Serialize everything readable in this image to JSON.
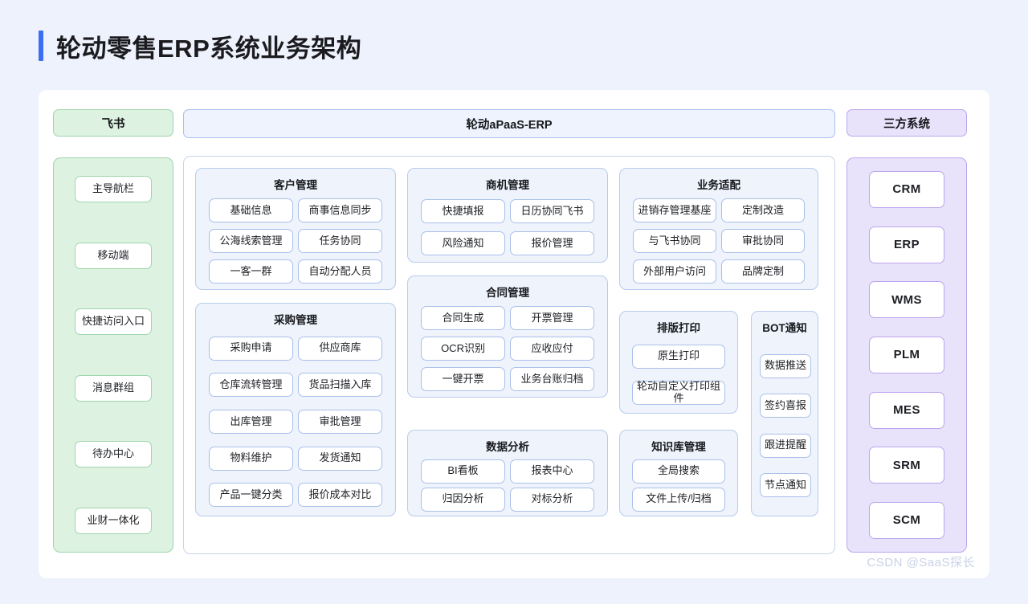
{
  "page": {
    "title": "轮动零售ERP系统业务架构",
    "accent_color": "#3b6ef0",
    "background_color": "#eef2fc",
    "watermark": "CSDN @SaaS探长"
  },
  "left_column": {
    "header": "飞书",
    "accent_color": "#9fd6ac",
    "fill_color": "#ddf2e1",
    "items": [
      {
        "label": "主导航栏"
      },
      {
        "label": "移动端"
      },
      {
        "label": "快捷访问入口"
      },
      {
        "label": "消息群组"
      },
      {
        "label": "待办中心"
      },
      {
        "label": "业财一体化"
      }
    ]
  },
  "center_column": {
    "header": "轮动aPaaS-ERP",
    "accent_color": "#a8bff0",
    "fill_color": "#eef3fc",
    "groups": [
      {
        "id": "grp-customer",
        "title": "客户管理",
        "layout": "two-col",
        "items": [
          "基础信息",
          "商事信息同步",
          "公海线索管理",
          "任务协同",
          "一客一群",
          "自动分配人员"
        ]
      },
      {
        "id": "grp-purchase",
        "title": "采购管理",
        "layout": "two-col",
        "items": [
          "采购申请",
          "供应商库",
          "仓库流转管理",
          "货品扫描入库",
          "出库管理",
          "审批管理",
          "物料维护",
          "发货通知",
          "产品一键分类",
          "报价成本对比"
        ]
      },
      {
        "id": "grp-biz",
        "title": "商机管理",
        "layout": "two-col",
        "items": [
          "快捷填报",
          "日历协同飞书",
          "风险通知",
          "报价管理"
        ]
      },
      {
        "id": "grp-contract",
        "title": "合同管理",
        "layout": "two-col",
        "items": [
          "合同生成",
          "开票管理",
          "OCR识别",
          "应收应付",
          "一键开票",
          "业务台账归档"
        ]
      },
      {
        "id": "grp-data",
        "title": "数据分析",
        "layout": "two-col",
        "items": [
          "BI看板",
          "报表中心",
          "归因分析",
          "对标分析"
        ]
      },
      {
        "id": "grp-adapt",
        "title": "业务适配",
        "layout": "two-col",
        "items": [
          "进销存管理基座",
          "定制改造",
          "与飞书协同",
          "审批协同",
          "外部用户访问",
          "品牌定制"
        ]
      },
      {
        "id": "grp-print",
        "title": "排版打印",
        "layout": "one-col",
        "items": [
          "原生打印",
          "轮动自定义打印组件"
        ]
      },
      {
        "id": "grp-know",
        "title": "知识库管理",
        "layout": "one-col",
        "items": [
          "全局搜索",
          "文件上传/归档"
        ]
      },
      {
        "id": "grp-bot",
        "title": "BOT通知",
        "layout": "one-col",
        "items": [
          "数据推送",
          "签约喜报",
          "跟进提醒",
          "节点通知"
        ]
      }
    ]
  },
  "right_column": {
    "header": "三方系统",
    "accent_color": "#bba6ee",
    "fill_color": "#e9e2fb",
    "items": [
      {
        "label": "CRM"
      },
      {
        "label": "ERP"
      },
      {
        "label": "WMS"
      },
      {
        "label": "PLM"
      },
      {
        "label": "MES"
      },
      {
        "label": "SRM"
      },
      {
        "label": "SCM"
      }
    ]
  }
}
